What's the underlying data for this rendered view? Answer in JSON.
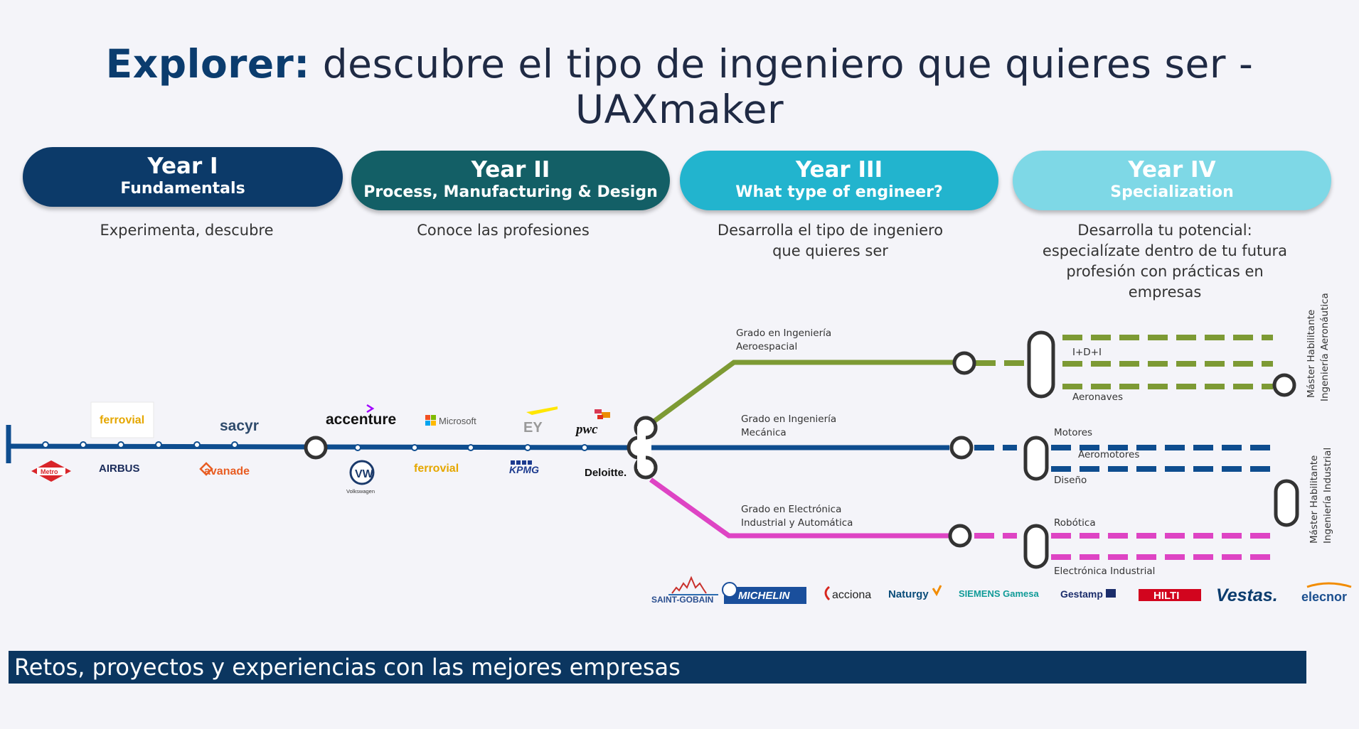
{
  "title": {
    "bold": "Explorer:",
    "rest": " descubre el tipo de ingeniero que quieres ser - UAXmaker"
  },
  "years": [
    {
      "year": "Year I",
      "subtitle": "Fundamentals",
      "desc": "Experimenta, descubre",
      "color": "#0c3a69"
    },
    {
      "year": "Year II",
      "subtitle": "Process, Manufacturing & Design",
      "desc": "Conoce las profesiones",
      "color": "#135f66"
    },
    {
      "year": "Year III",
      "subtitle": "What type of engineer?",
      "desc": "Desarrolla el tipo de ingeniero que quieres ser",
      "color": "#22b4ce"
    },
    {
      "year": "Year IV",
      "subtitle": "Specialization",
      "desc": "Desarrolla tu potencial: especialízate dentro de tu futura profesión con prácticas en empresas",
      "color": "#7ed8e6"
    }
  ],
  "lines": {
    "aero": {
      "label1": "Grado en Ingeniería",
      "label2": "Aeroespacial",
      "color": "#7d9a34"
    },
    "mec": {
      "label1": "Grado en Ingeniería",
      "label2": "Mecánica",
      "color": "#0e4d8f"
    },
    "elec": {
      "label1": "Grado en Electrónica",
      "label2": "Industrial y Automática",
      "color": "#de44c4"
    }
  },
  "branches": {
    "aero": [
      "I+D+I",
      "Aeronaves"
    ],
    "mec": [
      "Motores",
      "Aeromotores",
      "Diseño"
    ],
    "elec": [
      "Robótica",
      "Electrónica Industrial"
    ]
  },
  "masters": {
    "aero": {
      "line1": "Máster Habilitante",
      "line2": "Ingeniería Aeronáutica"
    },
    "ind": {
      "line1": "Máster Habilitante",
      "line2": "Ingeniería Industrial"
    }
  },
  "logos": {
    "y1_top": [
      "ferrovial",
      "sacyr"
    ],
    "y1_bottom": [
      "Metro",
      "AIRBUS",
      "avanade"
    ],
    "y2_top": [
      "accenture",
      "Microsoft",
      "EY",
      "pwc"
    ],
    "y2_bottom": [
      "Volkswagen",
      "ferrovial",
      "KPMG",
      "Deloitte."
    ],
    "companies": [
      "SAINT-GOBAIN",
      "MICHELIN",
      "acciona",
      "Naturgy",
      "SIEMENS Gamesa",
      "Gestamp",
      "HILTI",
      "Vestas.",
      "elecnor"
    ]
  },
  "banner": "Retos, proyectos y experiencias con las mejores empresas"
}
